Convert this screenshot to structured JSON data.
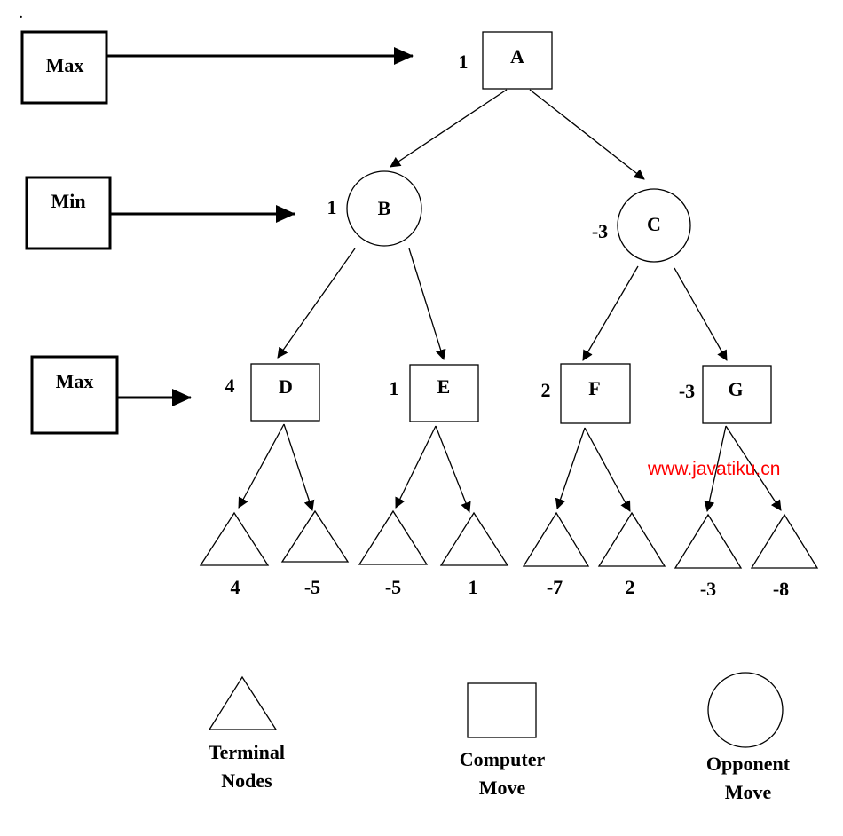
{
  "corner_mark": ".",
  "levels": {
    "max_top": "Max",
    "min": "Min",
    "max_bottom": "Max"
  },
  "nodes": {
    "A": {
      "label": "A",
      "value": "1"
    },
    "B": {
      "label": "B",
      "value": "1"
    },
    "C": {
      "label": "C",
      "value": "-3"
    },
    "D": {
      "label": "D",
      "value": "4"
    },
    "E": {
      "label": "E",
      "value": "1"
    },
    "F": {
      "label": "F",
      "value": "2"
    },
    "G": {
      "label": "G",
      "value": "-3"
    }
  },
  "terminals": [
    "4",
    "-5",
    "-5",
    "1",
    "-7",
    "2",
    "-3",
    "-8"
  ],
  "watermark": "www.javatiku.cn",
  "legend": {
    "terminal_line1": "Terminal",
    "terminal_line2": "Nodes",
    "computer_line1": "Computer",
    "computer_line2": "Move",
    "opponent_line1": "Opponent",
    "opponent_line2": "Move"
  }
}
